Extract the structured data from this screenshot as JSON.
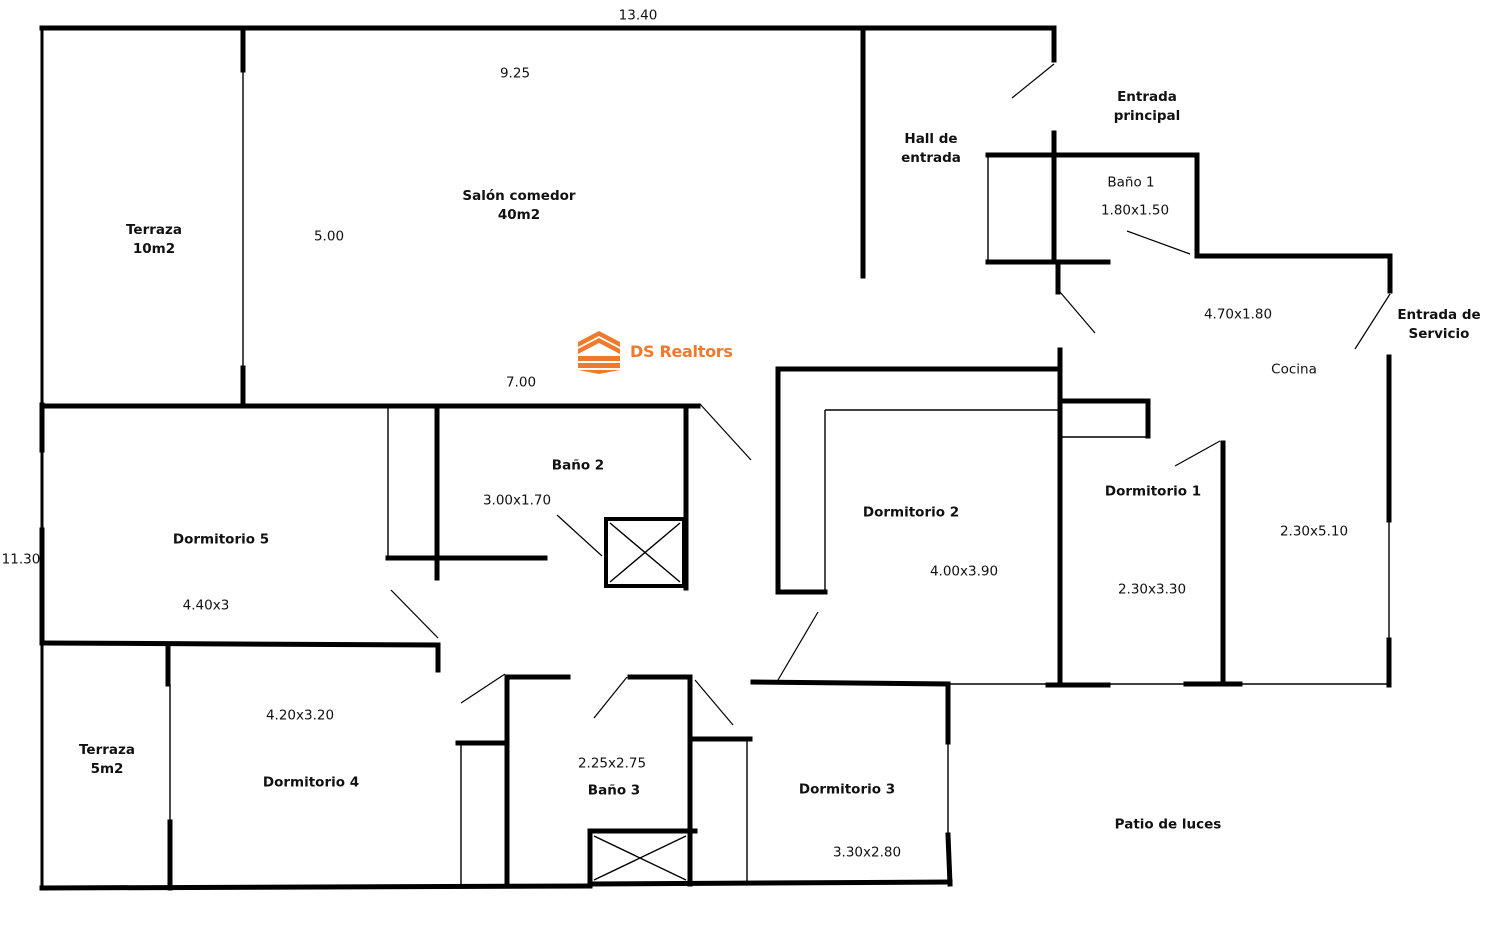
{
  "brand": {
    "name": "DS Realtors",
    "color": "#f07a2c",
    "icon": "house-stack-icon"
  },
  "overall_dimensions": {
    "width": "13.40",
    "height": "11.30"
  },
  "rooms": [
    {
      "id": "terraza-1",
      "name": "Terraza\n10m2",
      "dims": ""
    },
    {
      "id": "salon",
      "name": "Salón comedor\n40m2",
      "dims": "",
      "measures": [
        "9.25",
        "5.00",
        "7.00"
      ]
    },
    {
      "id": "hall",
      "name": "Hall de\nentrada",
      "dims": ""
    },
    {
      "id": "entrada-principal",
      "name": "Entrada\nprincipal",
      "dims": ""
    },
    {
      "id": "bano-1",
      "name": "Baño 1",
      "dims": "1.80x1.50"
    },
    {
      "id": "cocina",
      "name": "Cocina",
      "dims": "4.70x1.80"
    },
    {
      "id": "entrada-servicio",
      "name": "Entrada de\nServicio",
      "dims": ""
    },
    {
      "id": "bano-2",
      "name": "Baño 2",
      "dims": "3.00x1.70"
    },
    {
      "id": "dormitorio-5",
      "name": "Dormitorio 5",
      "dims": "4.40x3"
    },
    {
      "id": "dormitorio-2",
      "name": "Dormitorio 2",
      "dims": "4.00x3.90"
    },
    {
      "id": "dormitorio-1",
      "name": "Dormitorio 1",
      "dims": "2.30x3.30"
    },
    {
      "id": "cocina-2",
      "name": "",
      "dims": "2.30x5.10"
    },
    {
      "id": "terraza-2",
      "name": "Terraza\n5m2",
      "dims": ""
    },
    {
      "id": "dormitorio-4",
      "name": "Dormitorio 4",
      "dims": "4.20x3.20"
    },
    {
      "id": "bano-3",
      "name": "Baño 3",
      "dims": "2.25x2.75"
    },
    {
      "id": "dormitorio-3",
      "name": "Dormitorio 3",
      "dims": "3.30x2.80"
    },
    {
      "id": "patio",
      "name": "Patio de luces",
      "dims": ""
    }
  ]
}
